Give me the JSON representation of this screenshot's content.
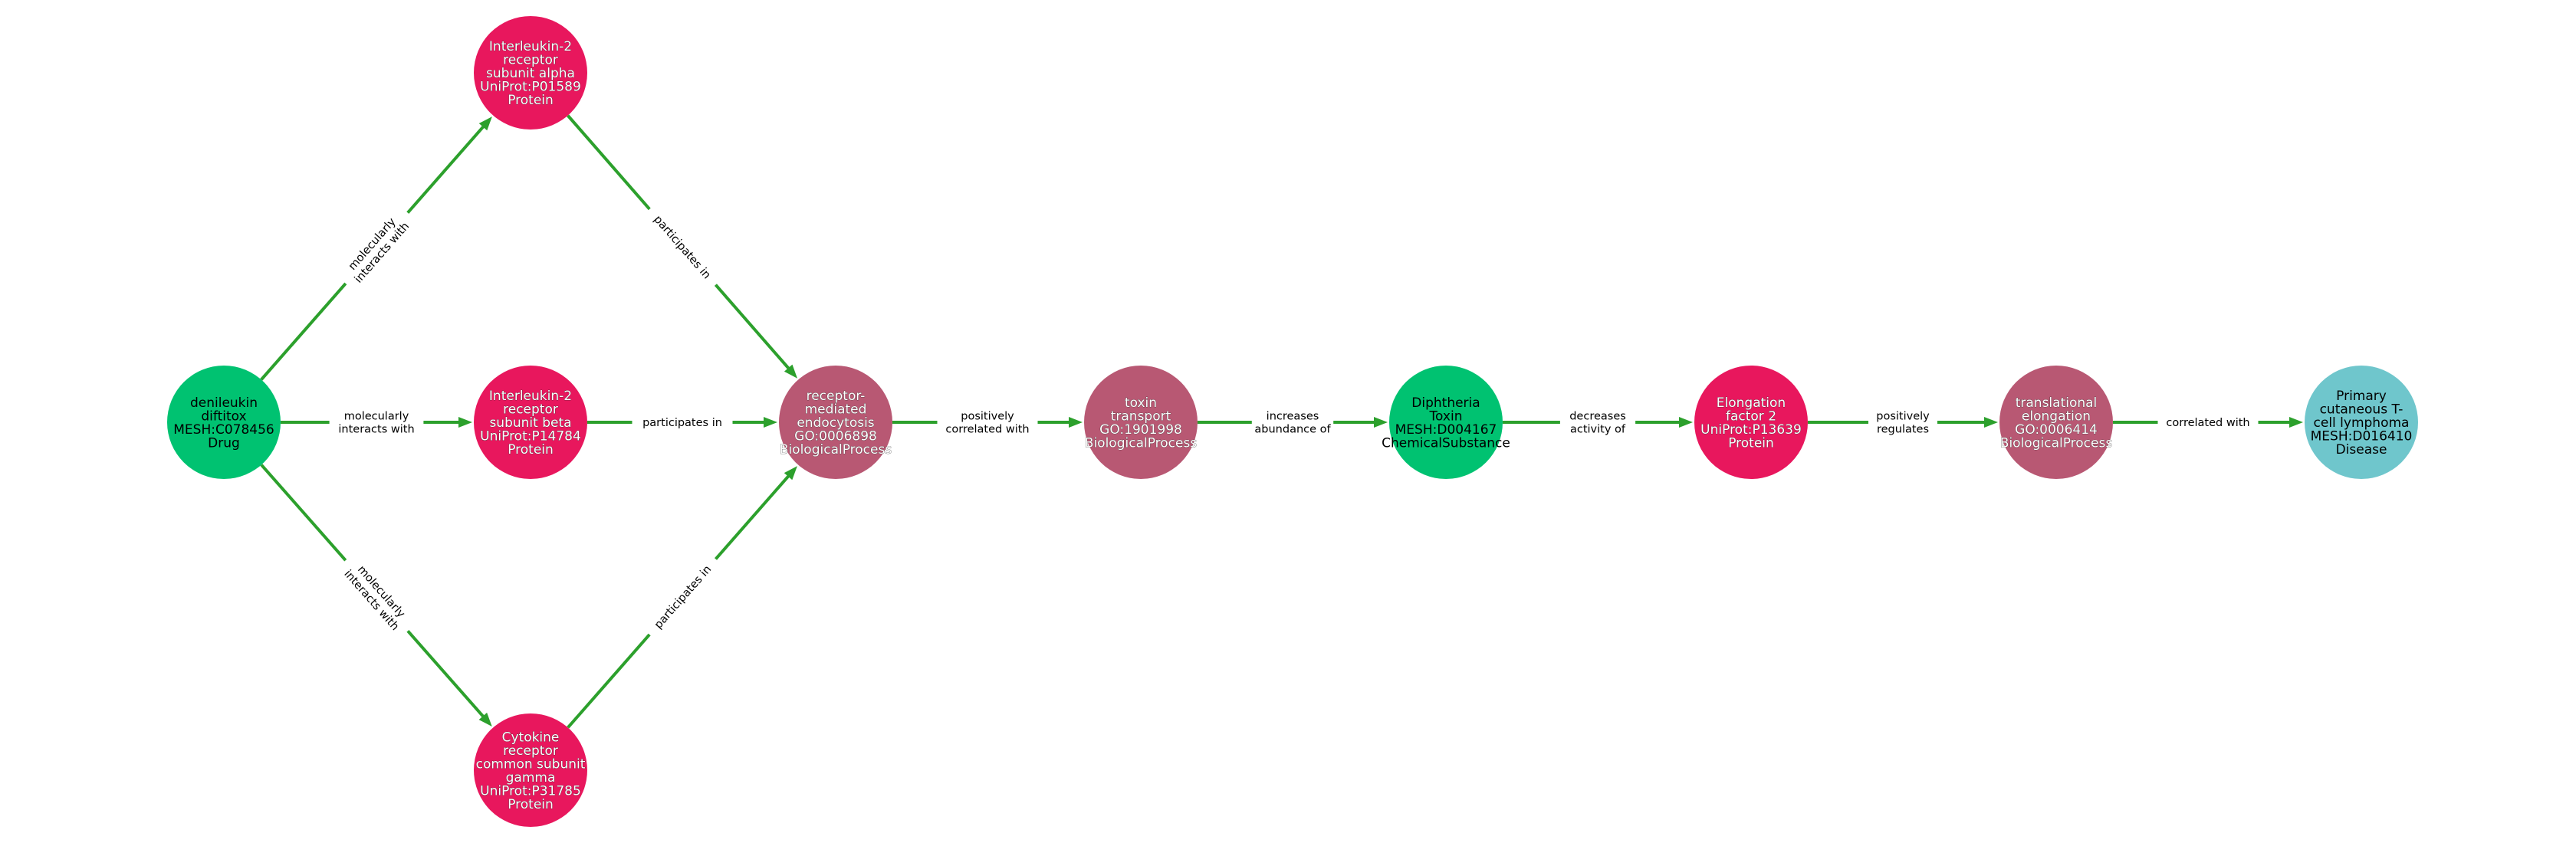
{
  "colors": {
    "drug": "#00c271",
    "protein": "#e8175d",
    "process": "#b85873",
    "disease": "#6fc6cc",
    "edge": "#2ca02c"
  },
  "nodes": [
    {
      "id": "denileukin",
      "type": "drug",
      "lines": [
        "denileukin",
        "diftitox",
        "MESH:C078456",
        "Drug"
      ]
    },
    {
      "id": "il2ra",
      "type": "protein",
      "lines": [
        "Interleukin-2",
        "receptor",
        "subunit alpha",
        "UniProt:P01589",
        "Protein"
      ]
    },
    {
      "id": "il2rb",
      "type": "protein",
      "lines": [
        "Interleukin-2",
        "receptor",
        "subunit beta",
        "UniProt:P14784",
        "Protein"
      ]
    },
    {
      "id": "il2rg",
      "type": "protein",
      "lines": [
        "Cytokine",
        "receptor",
        "common subunit",
        "gamma",
        "UniProt:P31785",
        "Protein"
      ]
    },
    {
      "id": "endocytosis",
      "type": "process",
      "lines": [
        "receptor-",
        "mediated",
        "endocytosis",
        "GO:0006898",
        "BiologicalProcess"
      ]
    },
    {
      "id": "toxin_transport",
      "type": "process",
      "lines": [
        "toxin",
        "transport",
        "GO:1901998",
        "BiologicalProcess"
      ]
    },
    {
      "id": "diphtheria_toxin",
      "type": "drug",
      "lines": [
        "Diphtheria",
        "Toxin",
        "MESH:D004167",
        "ChemicalSubstance"
      ]
    },
    {
      "id": "ef2",
      "type": "protein",
      "lines": [
        "Elongation",
        "factor 2",
        "UniProt:P13639",
        "Protein"
      ]
    },
    {
      "id": "translational_elongation",
      "type": "process",
      "lines": [
        "translational",
        "elongation",
        "GO:0006414",
        "BiologicalProcess"
      ]
    },
    {
      "id": "ctcl",
      "type": "disease",
      "lines": [
        "Primary",
        "cutaneous T-",
        "cell lymphoma",
        "MESH:D016410",
        "Disease"
      ]
    }
  ],
  "edges": [
    {
      "from": "denileukin",
      "to": "il2ra",
      "label": [
        "molecularly",
        "interacts with"
      ]
    },
    {
      "from": "denileukin",
      "to": "il2rb",
      "label": [
        "molecularly",
        "interacts with"
      ]
    },
    {
      "from": "denileukin",
      "to": "il2rg",
      "label": [
        "molecularly",
        "interacts with"
      ]
    },
    {
      "from": "il2ra",
      "to": "endocytosis",
      "label": [
        "participates in"
      ]
    },
    {
      "from": "il2rb",
      "to": "endocytosis",
      "label": [
        "participates in"
      ]
    },
    {
      "from": "il2rg",
      "to": "endocytosis",
      "label": [
        "participates in"
      ]
    },
    {
      "from": "endocytosis",
      "to": "toxin_transport",
      "label": [
        "positively",
        "correlated with"
      ]
    },
    {
      "from": "toxin_transport",
      "to": "diphtheria_toxin",
      "label": [
        "increases",
        "abundance of"
      ]
    },
    {
      "from": "diphtheria_toxin",
      "to": "ef2",
      "label": [
        "decreases",
        "activity of"
      ]
    },
    {
      "from": "ef2",
      "to": "translational_elongation",
      "label": [
        "positively",
        "regulates"
      ]
    },
    {
      "from": "translational_elongation",
      "to": "ctcl",
      "label": [
        "correlated with"
      ]
    }
  ]
}
